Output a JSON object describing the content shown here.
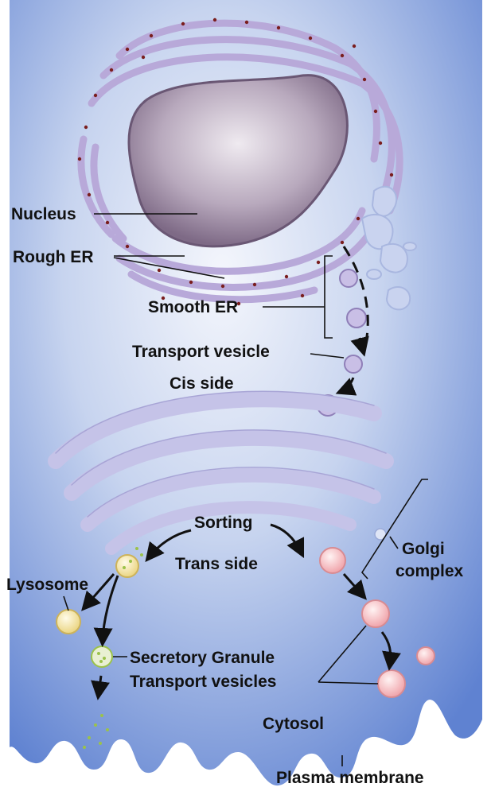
{
  "labels": {
    "nucleus": "Nucleus",
    "rough_er": "Rough ER",
    "smooth_er": "Smooth ER",
    "transport_vesicle": "Transport vesicle",
    "cis_side": "Cis side",
    "sorting": "Sorting",
    "trans_side": "Trans side",
    "golgi_line1": "Golgi",
    "golgi_line2": "complex",
    "lysosome": "Lysosome",
    "secretory_granule": "Secretory Granule",
    "transport_vesicles": "Transport vesicles",
    "cytosol": "Cytosol",
    "plasma_membrane": "Plasma membrane"
  },
  "colors": {
    "cytoplasm": "#6f8fd6",
    "cytoplasm_light": "#dde6f7",
    "nucleus": "#8f7f96",
    "er": "#b8a9d9",
    "ribosome": "#7a1e1e",
    "golgi": "#c5c3e8",
    "lysosome": "#f2e39a",
    "secretory": "#9bc24a",
    "pink_vesicle": "#f3b4b8"
  }
}
